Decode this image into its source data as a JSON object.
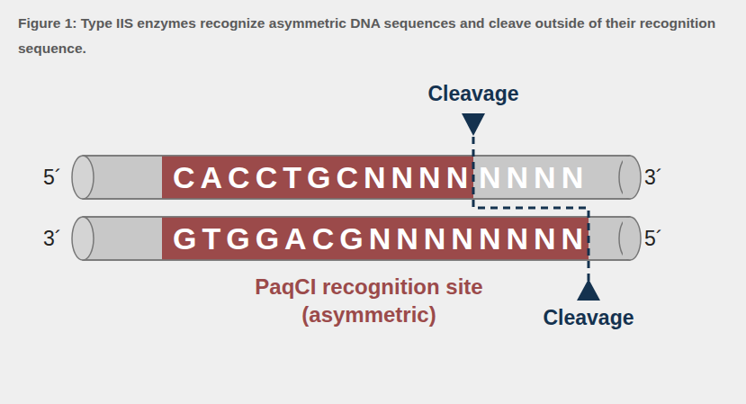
{
  "diagram": {
    "title": "Figure 1: Type IIS enzymes recognize asymmetric DNA sequences and cleave outside of their recognition sequence.",
    "nodes": [
      {
        "text": [
          "CACCTGCNNNN",
          "NNNN"
        ]
      },
      {
        "text": [
          "GTGGACGNNNNNNNN"
        ]
      }
    ],
    "labels": [
      "Cleavage",
      "5´",
      "3´",
      "3´",
      "5´",
      "PaqCI recognition site (asymmetric)",
      "Cleavage"
    ]
  }
}
